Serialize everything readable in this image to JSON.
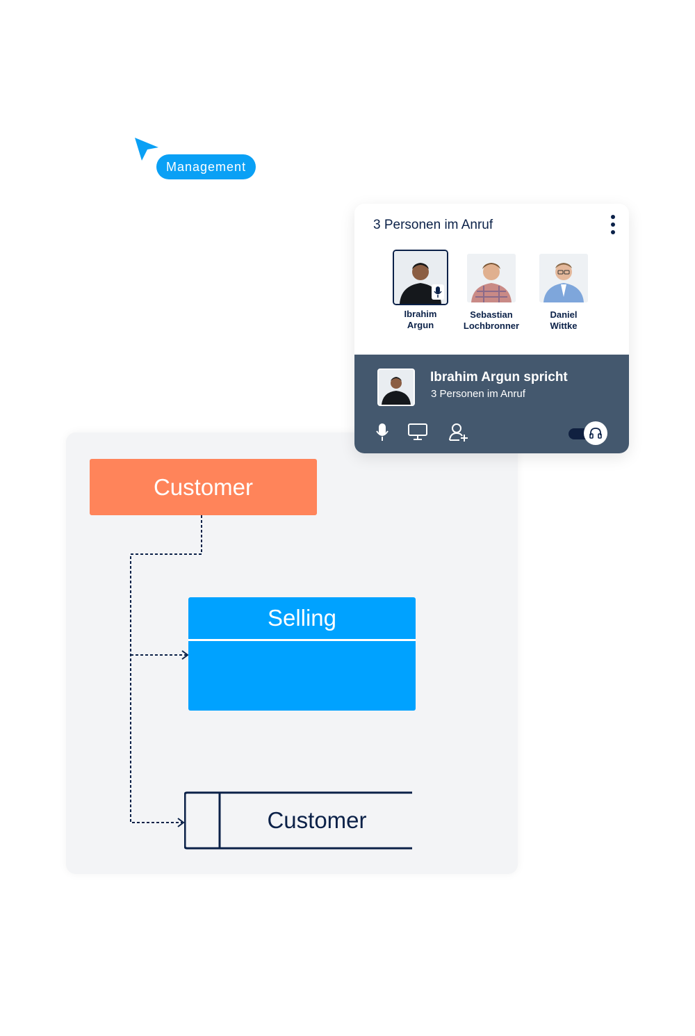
{
  "cursor_tag": {
    "label": "Management",
    "color": "#0aa0f5"
  },
  "diagram": {
    "top_node": "Customer",
    "middle_node": "Selling",
    "bottom_node": "Customer",
    "colors": {
      "orange": "#ff845a",
      "blue": "#00a2ff",
      "navy": "#0b2148"
    }
  },
  "call": {
    "title": "3 Personen im Anruf",
    "participants": [
      {
        "first": "Ibrahim",
        "last": "Argun",
        "active": true
      },
      {
        "first": "Sebastian",
        "last": "Lochbronner",
        "active": false
      },
      {
        "first": "Daniel",
        "last": "Wittke",
        "active": false
      }
    ],
    "speaker": {
      "status": "Ibrahim Argun spricht",
      "subtitle": "3 Personen im Anruf"
    },
    "controls": {
      "mic_icon": "microphone-icon",
      "screen_icon": "monitor-icon",
      "add_user_icon": "add-user-icon",
      "headset_icon": "headset-icon"
    },
    "bottom_color": "#44586e"
  }
}
